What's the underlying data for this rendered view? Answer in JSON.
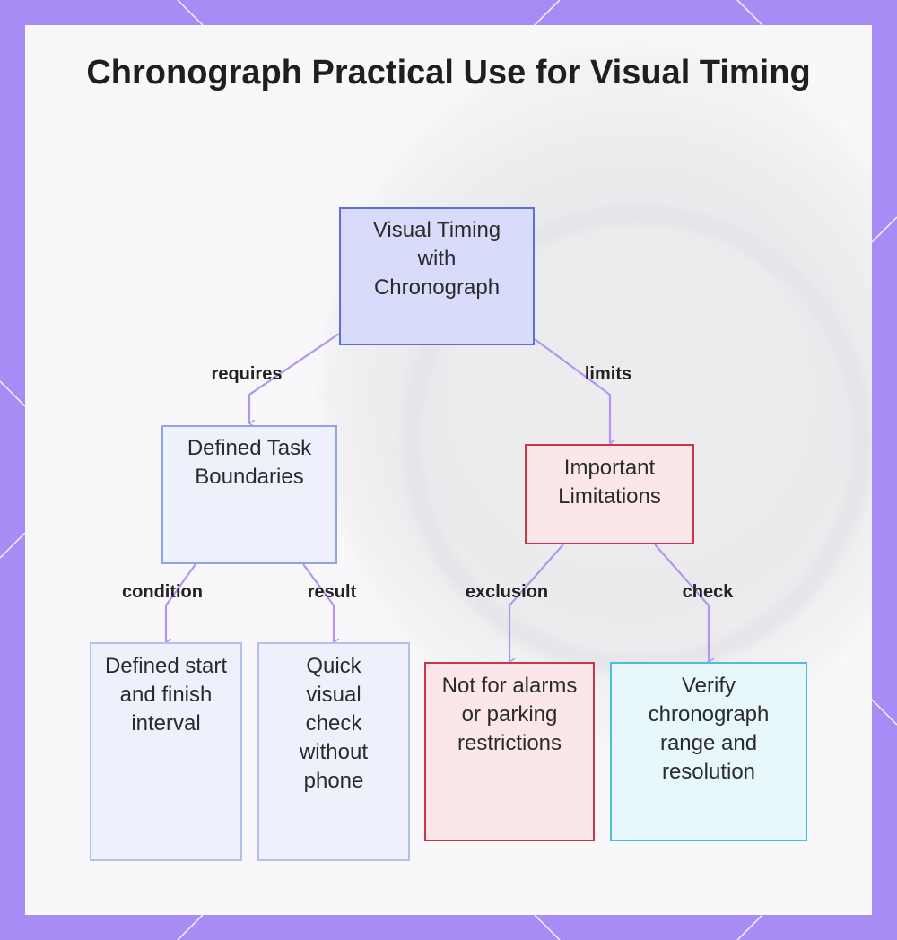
{
  "title": "Chronograph Practical Use for Visual Timing",
  "colors": {
    "frame": "#a88cf5",
    "edge": "#b594f0",
    "root_fill": "#d8dcfa",
    "root_border": "#5b6fd6",
    "blue_fill": "#eef1fb",
    "blue_border": "#8fa4e8",
    "red_fill": "#fbe6ea",
    "red_border": "#c9364a",
    "cyan_fill": "#e8f7fc",
    "cyan_border": "#46c1dd"
  },
  "nodes": {
    "root": "Visual Timing with Chronograph",
    "boundaries": "Defined Task Boundaries",
    "limitations": "Important Limitations",
    "interval": "Defined start and finish interval",
    "quick_check": "Quick visual check without phone",
    "not_for": "Not for alarms or parking restrictions",
    "verify": "Verify chronograph range and resolution"
  },
  "edges": {
    "requires": "requires",
    "limits": "limits",
    "condition": "condition",
    "result": "result",
    "exclusion": "exclusion",
    "check": "check"
  }
}
